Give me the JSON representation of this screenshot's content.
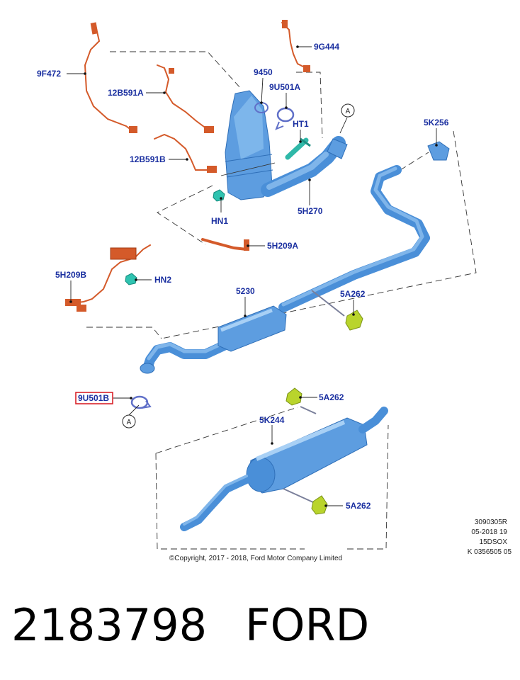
{
  "labels": {
    "l_9f472": "9F472",
    "l_12b591a": "12B591A",
    "l_12b591b": "12B591B",
    "l_9450": "9450",
    "l_9u501a": "9U501A",
    "l_ht1": "HT1",
    "l_9g444": "9G444",
    "l_hn1": "HN1",
    "l_5h270": "5H270",
    "l_5h209a": "5H209A",
    "l_5k256": "5K256",
    "l_5h209b": "5H209B",
    "l_hn2": "HN2",
    "l_5230": "5230",
    "l_5a262_top": "5A262",
    "l_9u501b": "9U501B",
    "l_5a262_mid": "5A262",
    "l_5k244": "5K244",
    "l_5a262_bot": "5A262",
    "ref_a_top": "A",
    "ref_a_bottom": "A"
  },
  "info": {
    "line1": "3090305R",
    "line2": "05-2018 19",
    "line3": "15DSOX",
    "line4": "K 0356505 05"
  },
  "copyright": "©Copyright, 2017 - 2018, Ford Motor Company Limited",
  "part_number": "2183798",
  "brand": "FORD",
  "colors": {
    "label_text": "#1a2fa0",
    "pipe_blue": "#4a8fd8",
    "sensor_wire": "#d45a2a",
    "rubber_mount": "#b9d42c",
    "highlight_box": "#d8222a"
  }
}
